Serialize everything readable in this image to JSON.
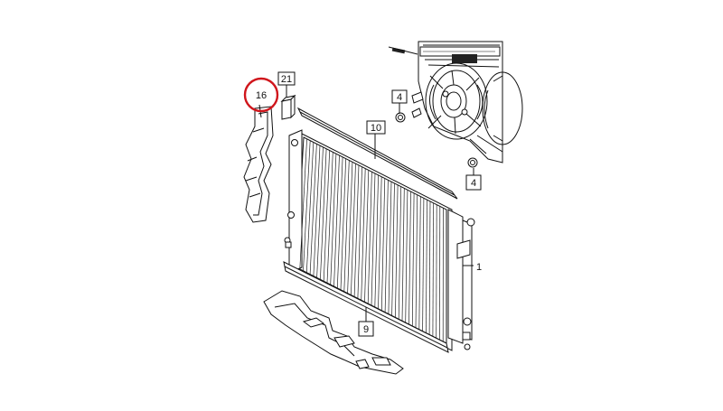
{
  "diagram": {
    "callouts": [
      {
        "id": "c16",
        "label": "16",
        "highlighted": true
      },
      {
        "id": "c21",
        "label": "21"
      },
      {
        "id": "c4a",
        "label": "4"
      },
      {
        "id": "c10",
        "label": "10"
      },
      {
        "id": "c4b",
        "label": "4"
      },
      {
        "id": "c1",
        "label": "1"
      },
      {
        "id": "c9",
        "label": "9"
      }
    ],
    "highlight_color": "#d0161c"
  }
}
